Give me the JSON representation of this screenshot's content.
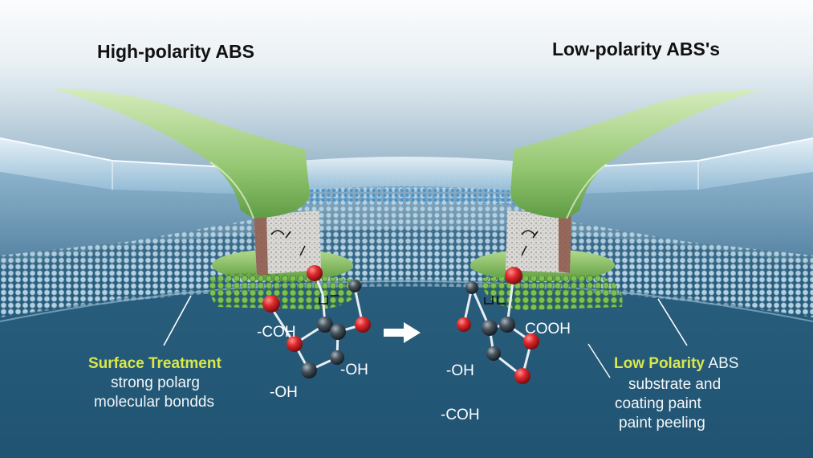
{
  "titles": {
    "left": "High-polarity ABS",
    "right": "Low-polarity ABS's"
  },
  "left_caption": {
    "heading": "Surface Treatment",
    "line1": "strong polarg",
    "line2": "molecular bondds"
  },
  "right_caption": {
    "heading_highlight": "Low Polarity",
    "heading_rest": "ABS",
    "line1": "substrate and",
    "line2": "coating paint",
    "line3": "paint peeling"
  },
  "left_groups": [
    "-COH",
    "-OH",
    "-OH"
  ],
  "right_groups": [
    "COOH",
    "-OH",
    "-COH"
  ],
  "icons": {
    "arrow": "right-arrow-icon"
  },
  "colors": {
    "brush_green": "#8fc46a",
    "pad_green": "#6fb04a",
    "panel_blue": "#a9cde4",
    "substrate_blue": "#2d6a8a",
    "oxygen_red": "#d8262a",
    "carbon_dark": "#3a4650",
    "accent_yellow": "#d9e84a"
  }
}
